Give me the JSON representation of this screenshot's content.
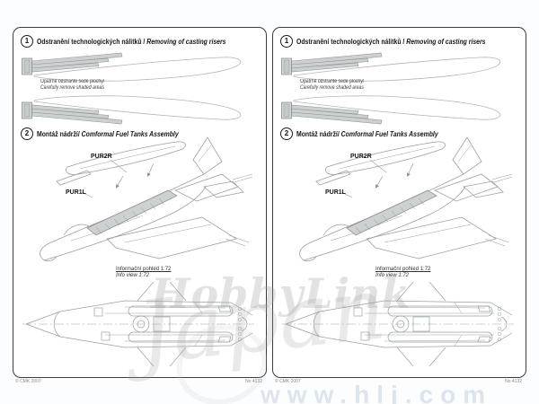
{
  "page": {
    "step1": {
      "number": "1",
      "title_cz": "Odstranění technologických nálitků /",
      "title_en": "Removing of casting risers"
    },
    "caution": {
      "cz": "Opatrně odstraňte šedé plochy/",
      "en": "Carefully remove shaded areas"
    },
    "step2": {
      "number": "2",
      "title_cz": "Montáž nádrží/",
      "title_en": "Comformal Fuel Tanks Assembly"
    },
    "part_labels": {
      "upper": "PUR2R",
      "lower": "PUR1L"
    },
    "info_view": {
      "cz": "Informační pohled 1:72",
      "en": "Info view 1:72"
    },
    "footer": {
      "copyright": "© CMK 2007",
      "sheet_no": "No 4132"
    }
  },
  "watermark": {
    "brand": "HobbyLink",
    "brand_script": "Japan",
    "url": "www.hlj.com"
  },
  "colors": {
    "page_border": "#3c3c3c",
    "line_art": "#9aa0a4",
    "shaded_riser": "#cdd0d0",
    "watermark_gray": "#bdbdbd",
    "watermark_blue": "#a9c0d6"
  }
}
